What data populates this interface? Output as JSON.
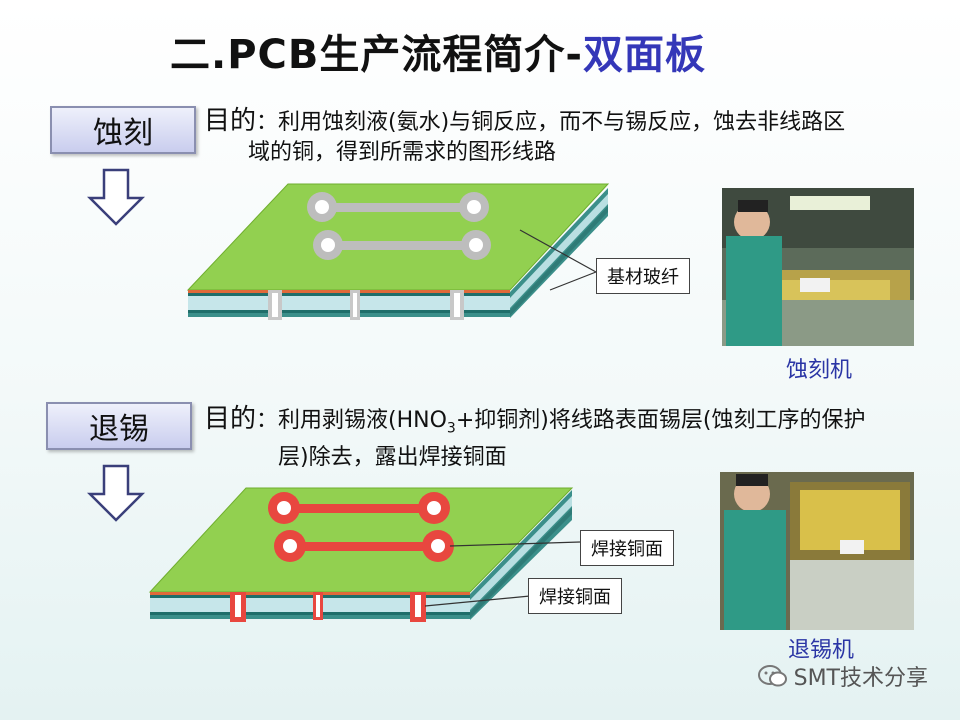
{
  "title": {
    "main": "二.PCB生产流程简介-",
    "accent": "双面板"
  },
  "steps": [
    {
      "label": "蚀刻",
      "purpose_label": "目的",
      "desc_line1": "：利用蚀刻液(氨水)与铜反应，而不与锡反应，蚀去非线路区",
      "desc_line2": "域的铜，得到所需求的图形线路",
      "callout": "基材玻纤",
      "photo_caption": "蚀刻机"
    },
    {
      "label": "退锡",
      "purpose_label": "目的",
      "desc_line1_a": "：利用剥锡液(HNO",
      "desc_line1_sub": "3",
      "desc_line1_b": "+抑铜剂)将线路表面锡层(蚀刻工序的保护",
      "desc_line2": "层)除去，露出焊接铜面",
      "callout1": "焊接铜面",
      "callout2": "焊接铜面",
      "photo_caption": "退锡机"
    }
  ],
  "watermark": "SMT技术分享",
  "colors": {
    "accent": "#3437b8",
    "board_green": "#92d050",
    "copper_red": "#e8473f",
    "caption_blue": "#2a35a5"
  }
}
